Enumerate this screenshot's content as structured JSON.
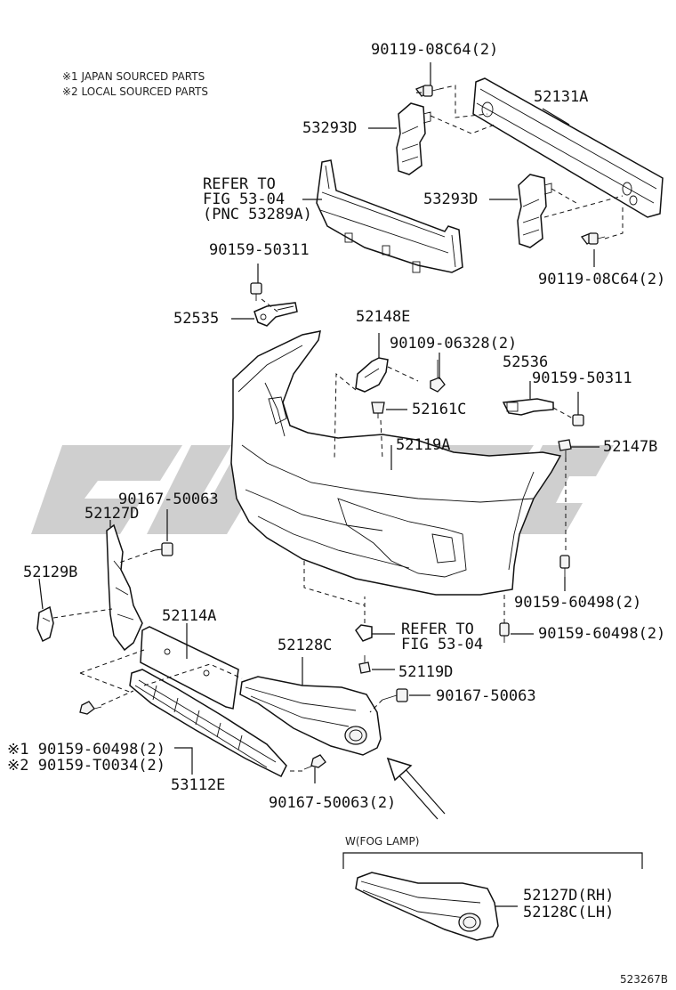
{
  "notes": {
    "japan": "※1 JAPAN SOURCED PARTS",
    "local": "※2 LOCAL SOURCED PARTS"
  },
  "labels": {
    "bolt_top": "90119-08C64(2)",
    "reinforcement": "52131A",
    "support_left": "53293D",
    "support_right": "53293D",
    "refer_top_1": "REFER TO",
    "refer_top_2": "FIG 53-04",
    "refer_top_3": "(PNC 53289A)",
    "bolt_right_top": "90119-08C64(2)",
    "screw_left_upper": "90159-50311",
    "retainer_left": "52535",
    "bracket_center": "52148E",
    "nut_center": "90109-06328(2)",
    "retainer_right": "52536",
    "screw_right_upper": "90159-50311",
    "clip_center": "52161C",
    "clip_right": "52147B",
    "bumper_cover": "52119A",
    "screw_left_mid": "90167-50063",
    "cover_lh": "52127D",
    "bracket_left": "52129B",
    "screw_right_mid": "90159-60498(2)",
    "refer_bottom_1": "REFER TO",
    "refer_bottom_2": "FIG 53-04",
    "screw_right_low": "90159-60498(2)",
    "plate": "52114A",
    "cover_rh": "52128C",
    "clip_bottom": "52119D",
    "screw_cover": "90167-50063",
    "screw_grille_1": "※1 90159-60498(2)",
    "screw_grille_2": "※2 90159-T0034(2)",
    "grille": "53112E",
    "screw_bottom": "90167-50063(2)",
    "fog_caption": "W(FOG LAMP)",
    "fog_rh": "52127D(RH)",
    "fog_lh": "52128C(LH)",
    "illustration_no": "523267B"
  },
  "watermark": {
    "color": "#cfcfcf"
  }
}
